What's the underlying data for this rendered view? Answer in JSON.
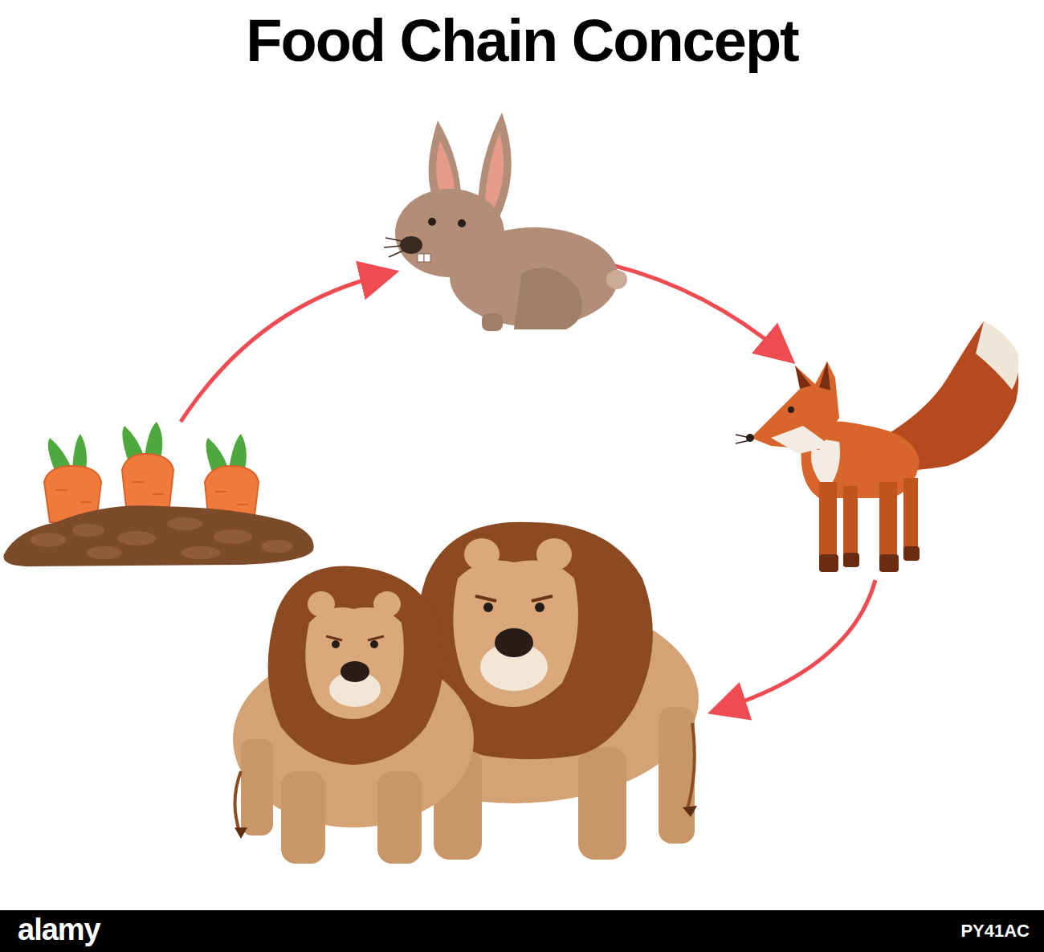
{
  "diagram": {
    "title": "Food Chain Concept",
    "labels": [
      "alamy",
      "PY41AC"
    ]
  }
}
